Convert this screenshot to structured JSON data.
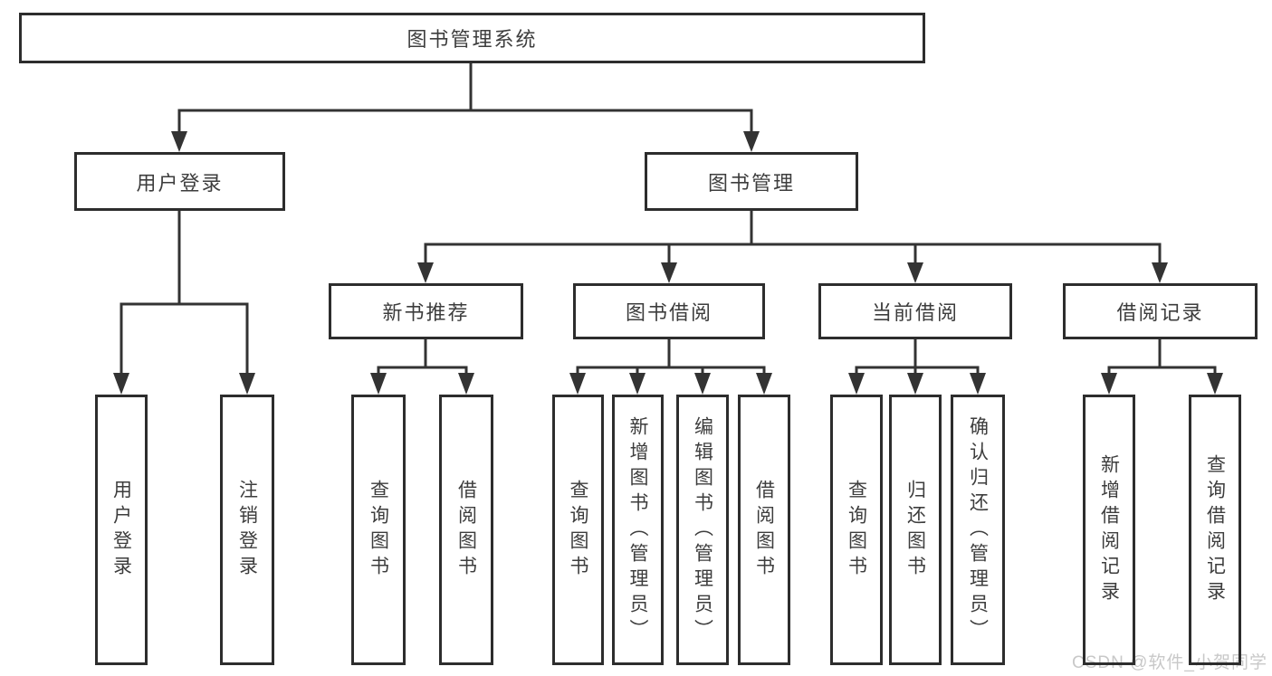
{
  "diagram": {
    "type": "tree",
    "root": {
      "label": "图书管理系统"
    },
    "children": [
      {
        "label": "用户登录",
        "children": [
          {
            "label": "用户登录"
          },
          {
            "label": "注销登录"
          }
        ]
      },
      {
        "label": "图书管理",
        "children": [
          {
            "label": "新书推荐",
            "children": [
              {
                "label": "查询图书"
              },
              {
                "label": "借阅图书"
              }
            ]
          },
          {
            "label": "图书借阅",
            "children": [
              {
                "label": "查询图书"
              },
              {
                "label": "新增图书（管理员）"
              },
              {
                "label": "编辑图书（管理员）"
              },
              {
                "label": "借阅图书"
              }
            ]
          },
          {
            "label": "当前借阅",
            "children": [
              {
                "label": "查询图书"
              },
              {
                "label": "归还图书"
              },
              {
                "label": "确认归还（管理员）"
              }
            ]
          },
          {
            "label": "借阅记录",
            "children": [
              {
                "label": "新增借阅记录"
              },
              {
                "label": "查询借阅记录"
              }
            ]
          }
        ]
      }
    ],
    "watermark": "CSDN @软件_小贺同学",
    "colors": {
      "line": "#333333",
      "border": "#2d2d2d",
      "text": "#3d3d3d",
      "watermark": "#c8c8c8",
      "background": "#ffffff"
    }
  }
}
